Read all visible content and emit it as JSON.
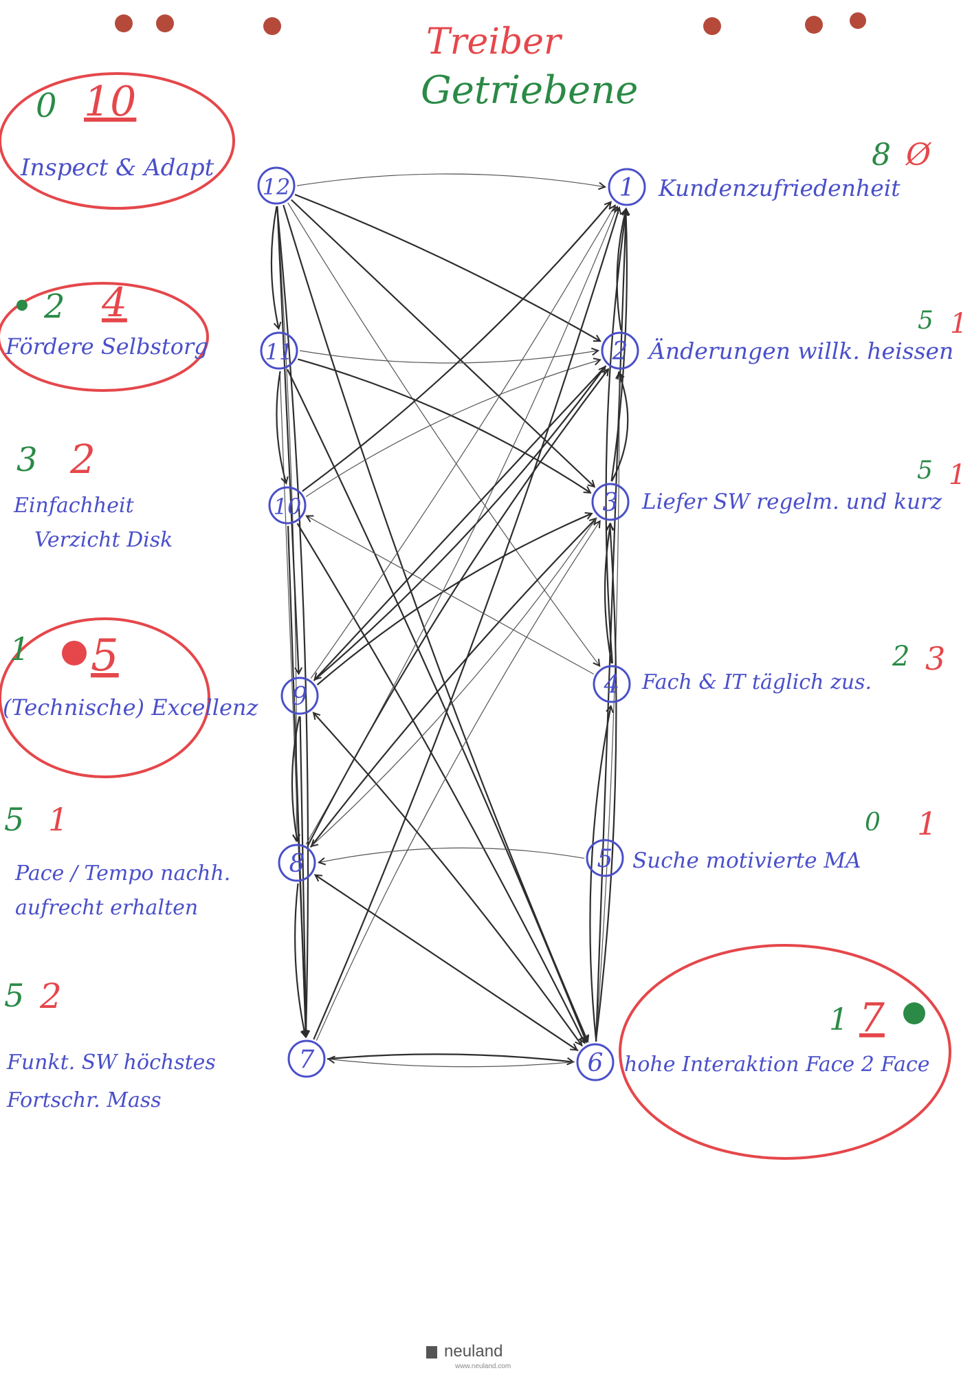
{
  "header": {
    "treiber": "Treiber",
    "getriebene": "Getriebene"
  },
  "nodes": [
    {
      "id": "1",
      "label": "Kundenzufriedenheit",
      "drivers": "8",
      "driven": "Ø"
    },
    {
      "id": "2",
      "label": "Änderungen willk. heissen",
      "drivers": "5",
      "driven": "1"
    },
    {
      "id": "3",
      "label": "Liefer SW regelm. und kurz",
      "drivers": "5",
      "driven": "1"
    },
    {
      "id": "4",
      "label": "Fach & IT täglich zus.",
      "drivers": "2",
      "driven": "3"
    },
    {
      "id": "5",
      "label": "Suche motivierte MA",
      "drivers": "0",
      "driven": "1"
    },
    {
      "id": "6",
      "label": "hohe Interaktion Face 2 Face",
      "drivers": "1",
      "driven": "7"
    },
    {
      "id": "7",
      "label": "Funkt. SW höchstes Fortschr. Mass",
      "drivers": "5",
      "driven": "2"
    },
    {
      "id": "8",
      "label": "Pace / Tempo nachh. aufrecht erhalten",
      "drivers": "5",
      "driven": "1"
    },
    {
      "id": "9",
      "label": "(Technische) Excellenz",
      "drivers": "1",
      "driven": "5"
    },
    {
      "id": "10",
      "label": "Einfachheit Verzicht Disk",
      "drivers": "3",
      "driven": "2"
    },
    {
      "id": "11",
      "label": "Fördere Selbstorg",
      "drivers": "2",
      "driven": "4"
    },
    {
      "id": "12",
      "label": "Inspect & Adapt",
      "drivers": "0",
      "driven": "10"
    }
  ],
  "edges": [
    [
      "12",
      "1"
    ],
    [
      "12",
      "2"
    ],
    [
      "12",
      "3"
    ],
    [
      "12",
      "4"
    ],
    [
      "12",
      "6"
    ],
    [
      "12",
      "7"
    ],
    [
      "12",
      "8"
    ],
    [
      "12",
      "9"
    ],
    [
      "12",
      "11"
    ],
    [
      "11",
      "2"
    ],
    [
      "11",
      "3"
    ],
    [
      "11",
      "6"
    ],
    [
      "11",
      "7"
    ],
    [
      "11",
      "10"
    ],
    [
      "10",
      "1"
    ],
    [
      "10",
      "2"
    ],
    [
      "10",
      "6"
    ],
    [
      "10",
      "7"
    ],
    [
      "9",
      "1"
    ],
    [
      "9",
      "2"
    ],
    [
      "9",
      "3"
    ],
    [
      "9",
      "6"
    ],
    [
      "9",
      "7"
    ],
    [
      "9",
      "8"
    ],
    [
      "8",
      "1"
    ],
    [
      "8",
      "2"
    ],
    [
      "8",
      "3"
    ],
    [
      "8",
      "6"
    ],
    [
      "8",
      "7"
    ],
    [
      "7",
      "1"
    ],
    [
      "7",
      "3"
    ],
    [
      "7",
      "6"
    ],
    [
      "6",
      "1"
    ],
    [
      "6",
      "2"
    ],
    [
      "6",
      "3"
    ],
    [
      "6",
      "4"
    ],
    [
      "6",
      "7"
    ],
    [
      "6",
      "8"
    ],
    [
      "6",
      "9"
    ],
    [
      "5",
      "8"
    ],
    [
      "4",
      "1"
    ],
    [
      "4",
      "3"
    ],
    [
      "4",
      "10"
    ],
    [
      "3",
      "1"
    ],
    [
      "3",
      "2"
    ],
    [
      "3",
      "8"
    ],
    [
      "2",
      "1"
    ],
    [
      "2",
      "9"
    ]
  ],
  "logo": {
    "brand": "neuland",
    "url": "www.neuland.com"
  },
  "colors": {
    "blue": "#4a4fc9",
    "green": "#2a8a46",
    "red": "#e5474b",
    "ink": "#2d2d2d"
  }
}
